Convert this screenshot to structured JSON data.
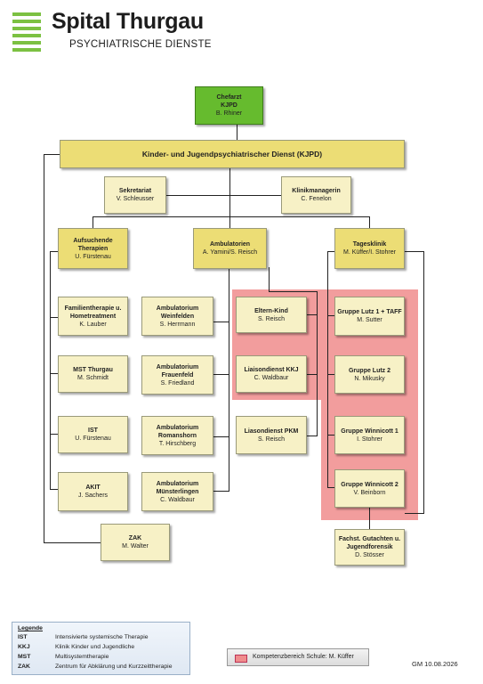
{
  "header": {
    "title": "Spital Thurgau",
    "subtitle": "PSYCHIATRISCHE DIENSTE"
  },
  "chief": {
    "lines": [
      "Chefarzt",
      "KJPD",
      "B. Rhiner"
    ]
  },
  "service": {
    "title": "Kinder- und Jugendpsychiatrischer Dienst (KJPD)"
  },
  "staff": {
    "sekretariat": {
      "title": "Sekretariat",
      "name": "V. Schleusser"
    },
    "klinikmanagerin": {
      "title": "Klinikmanagerin",
      "name": "C. Fenelon"
    }
  },
  "departments": {
    "aufsuchende": {
      "title": "Aufsuchende Therapien",
      "name": "U. Fürstenau"
    },
    "ambulatorien": {
      "title": "Ambulatorien",
      "name": "A. Yamini/S. Reisch"
    },
    "tagesklinik": {
      "title": "Tagesklinik",
      "name": "M. Küffer/I. Stohrer"
    }
  },
  "left_column": [
    {
      "title": "Familientherapie u. Hometreatment",
      "name": "K. Lauber"
    },
    {
      "title": "MST Thurgau",
      "name": "M. Schmidt"
    },
    {
      "title": "IST",
      "name": "U. Fürstenau"
    },
    {
      "title": "AKIT",
      "name": "J. Sachers"
    }
  ],
  "ambulatorien_column": [
    {
      "title": "Ambulatorium Weinfelden",
      "name": "S. Herrmann"
    },
    {
      "title": "Ambulatorium Frauenfeld",
      "name": "S. Friedland"
    },
    {
      "title": "Ambulatorium Romanshorn",
      "name": "T. Hirschberg"
    },
    {
      "title": "Ambulatorium Münsterlingen",
      "name": "C. Waldbaur"
    }
  ],
  "services_column": [
    {
      "title": "Eltern-Kind",
      "name": "S. Reisch"
    },
    {
      "title": "Liaisondienst KKJ",
      "name": "C. Waldbaur"
    },
    {
      "title": "Liasondienst PKM",
      "name": "S. Reisch"
    }
  ],
  "tagesklinik_column": [
    {
      "title": "Gruppe Lutz 1 + TAFF",
      "name": "M. Sutter"
    },
    {
      "title": "Gruppe Lutz 2",
      "name": "N. Mikusky"
    },
    {
      "title": "Gruppe Winnicott 1",
      "name": "I. Stohrer"
    },
    {
      "title": "Gruppe Winnicott 2",
      "name": "V. Beinborn"
    }
  ],
  "zak": {
    "title": "ZAK",
    "name": "M. Walter"
  },
  "gutachten": {
    "title": "Fachst. Gutachten u. Jugendforensik",
    "name": "D. Stösser"
  },
  "legend": {
    "title": "Legende",
    "items": [
      {
        "abbr": "IST",
        "desc": "Intensivierte systemische Therapie"
      },
      {
        "abbr": "KKJ",
        "desc": "Klinik Kinder und Jugendliche"
      },
      {
        "abbr": "MST",
        "desc": "Multisystemtherapie"
      },
      {
        "abbr": "ZAK",
        "desc": "Zentrum für Abklärung und Kurzzeittherapie"
      }
    ]
  },
  "key": {
    "label": "Kompetenzbereich Schule: M. Küffer",
    "color": "#f08c8c"
  },
  "footer": {
    "stamp": "GM 10.08.2026"
  },
  "colors": {
    "chief": "#66bb2e",
    "department": "#ecdd75",
    "unit": "#f7f1c6",
    "logo": "#7cc142"
  }
}
